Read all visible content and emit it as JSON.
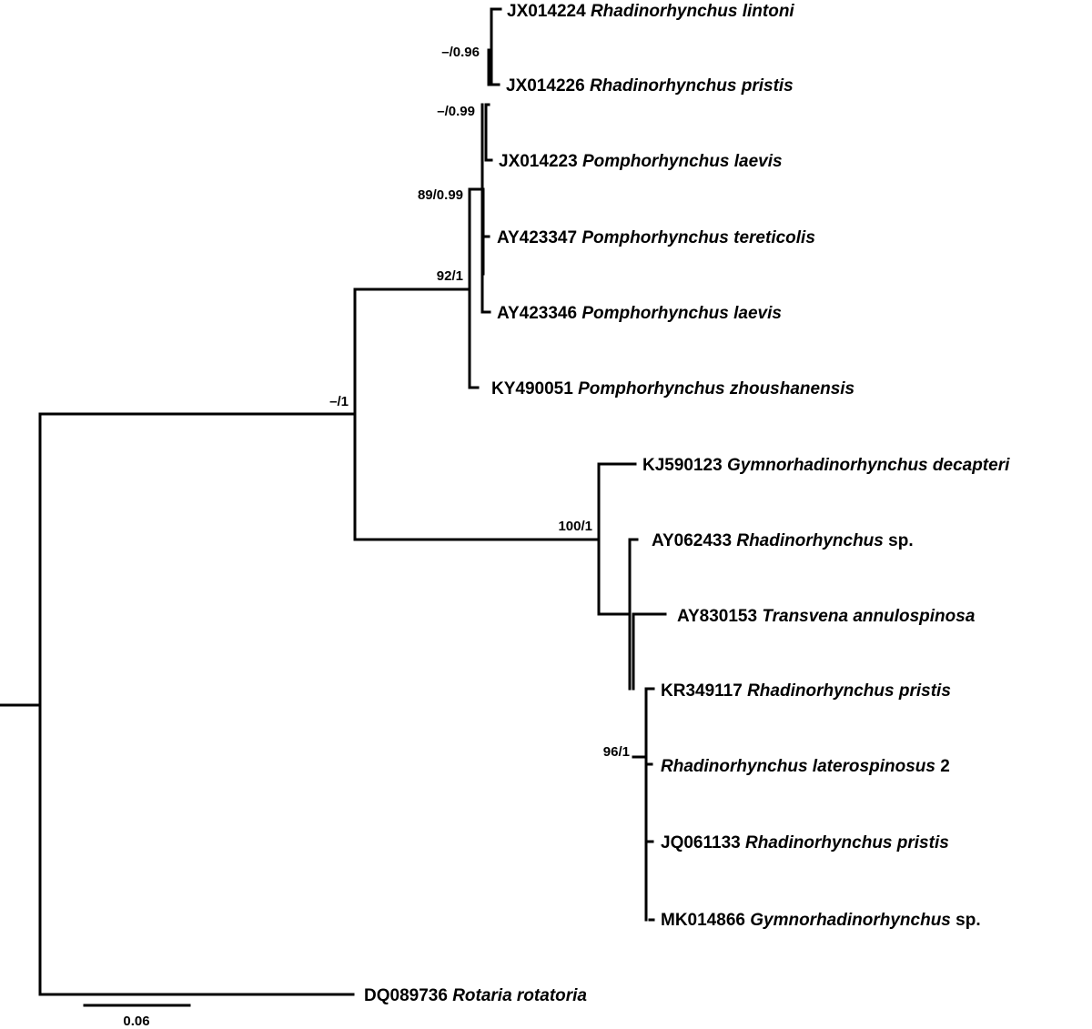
{
  "tree": {
    "taxa": [
      {
        "accession": "JX014224",
        "genus_species": "Rhadinorhynchus lintoni",
        "suffix": ""
      },
      {
        "accession": "JX014226",
        "genus_species": "Rhadinorhynchus pristis",
        "suffix": ""
      },
      {
        "accession": "JX014223",
        "genus_species": "Pomphorhynchus laevis",
        "suffix": ""
      },
      {
        "accession": "AY423347",
        "genus_species": "Pomphorhynchus tereticolis",
        "suffix": ""
      },
      {
        "accession": "AY423346",
        "genus_species": "Pomphorhynchus laevis",
        "suffix": ""
      },
      {
        "accession": "KY490051",
        "genus_species": "Pomphorhynchus zhoushanensis",
        "suffix": ""
      },
      {
        "accession": "KJ590123",
        "genus_species": "Gymnorhadinorhynchus decapteri",
        "suffix": ""
      },
      {
        "accession": "AY062433",
        "genus_species": "Rhadinorhynchus",
        "suffix": "sp."
      },
      {
        "accession": "AY830153",
        "genus_species": "Transvena annulospinosa",
        "suffix": ""
      },
      {
        "accession": "KR349117",
        "genus_species": "Rhadinorhynchus pristis",
        "suffix": ""
      },
      {
        "accession": "",
        "genus_species": "Rhadinorhynchus laterospinosus",
        "suffix": "2"
      },
      {
        "accession": "JQ061133",
        "genus_species": "Rhadinorhynchus pristis",
        "suffix": ""
      },
      {
        "accession": "MK014866",
        "genus_species": "Gymnorhadinorhynchus",
        "suffix": "sp."
      },
      {
        "accession": "DQ089736",
        "genus_species": "Rotaria rotatoria",
        "suffix": ""
      }
    ],
    "support_labels": [
      "–/0.96",
      "–/0.99",
      "89/0.99",
      "92/1",
      "–/1",
      "100/1",
      "96/1"
    ],
    "scale_bar": {
      "label": "0.06"
    }
  }
}
